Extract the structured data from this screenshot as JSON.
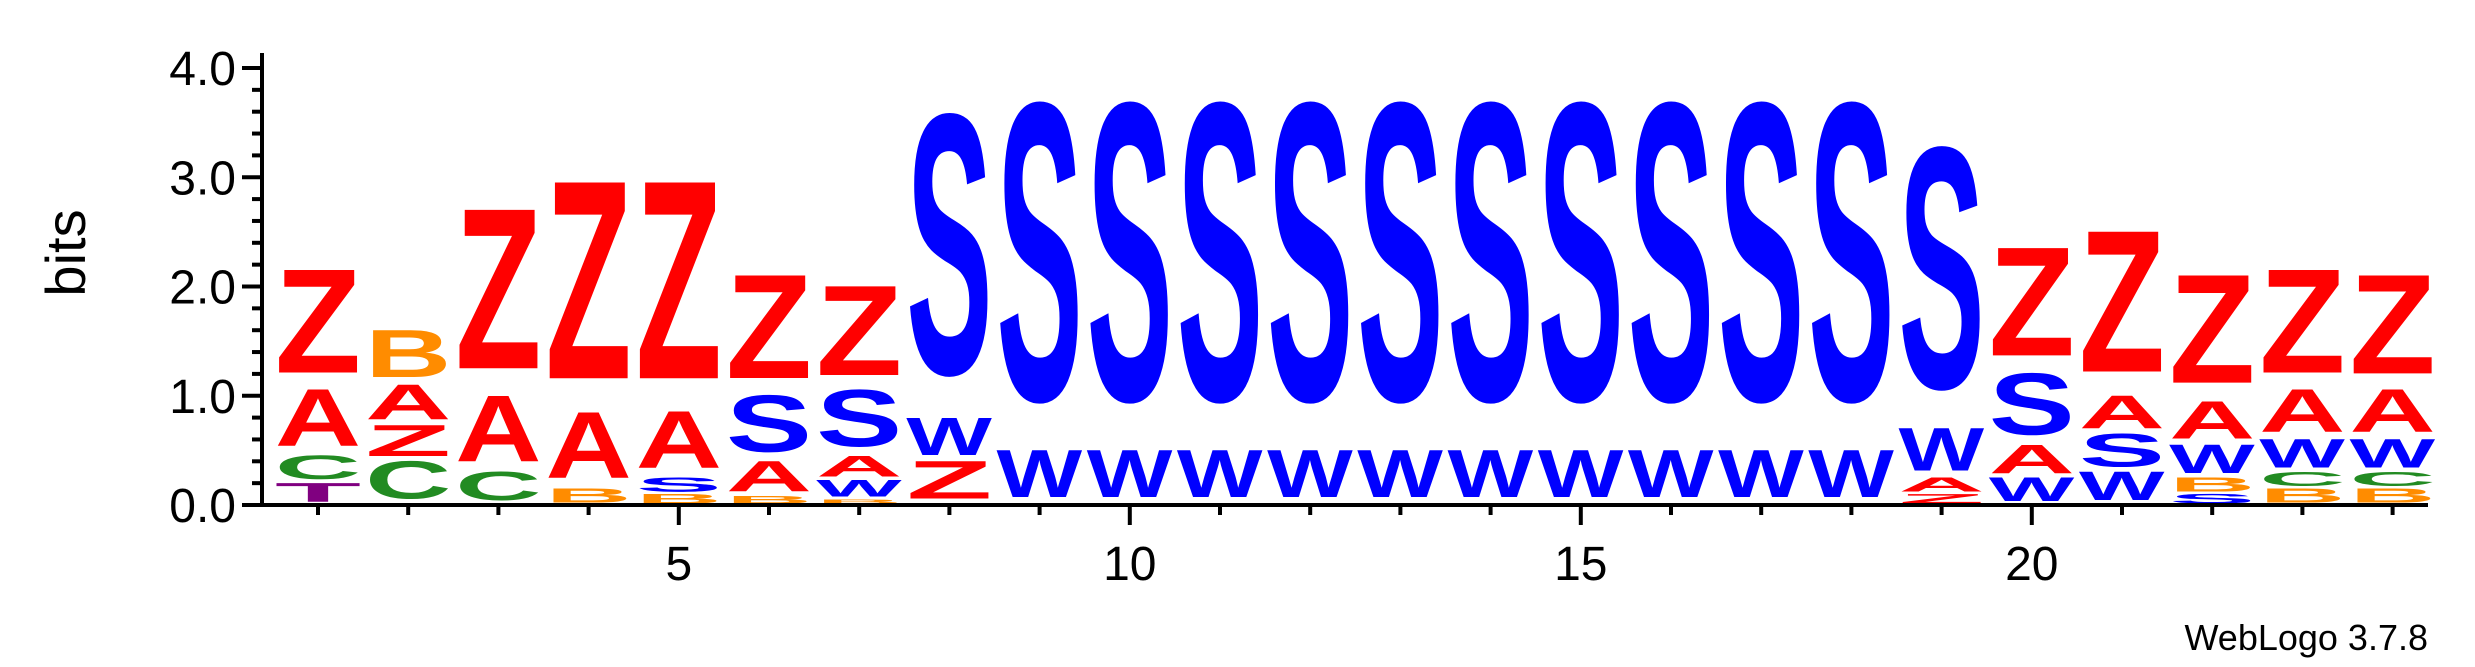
{
  "chart_data": {
    "type": "sequence-logo",
    "ylabel": "bits",
    "ylim": [
      0,
      4.0
    ],
    "y_ticks": [
      "0.0",
      "1.0",
      "2.0",
      "3.0",
      "4.0"
    ],
    "y_tick_values": [
      0,
      1,
      2,
      3,
      4
    ],
    "x_ticks": [
      5,
      10,
      15,
      20
    ],
    "x_tick_labels": [
      "5",
      "10",
      "15",
      "20"
    ],
    "positions": [
      1,
      24
    ],
    "credit": "WebLogo 3.7.8",
    "colors": {
      "Z": "#ff0000",
      "A": "#ff0000",
      "S": "#0000ff",
      "W": "#0000ff",
      "B": "#ff8c00",
      "C": "#228b22",
      "T": "#800080"
    },
    "stacks": [
      {
        "pos": 1,
        "letters": [
          {
            "l": "T",
            "h": 0.2
          },
          {
            "l": "C",
            "h": 0.25
          },
          {
            "l": "A",
            "h": 0.6
          },
          {
            "l": "Z",
            "h": 1.1
          }
        ]
      },
      {
        "pos": 2,
        "letters": [
          {
            "l": "C",
            "h": 0.4
          },
          {
            "l": "Z",
            "h": 0.33
          },
          {
            "l": "A",
            "h": 0.37
          },
          {
            "l": "B",
            "h": 0.5
          }
        ]
      },
      {
        "pos": 3,
        "letters": [
          {
            "l": "C",
            "h": 0.3
          },
          {
            "l": "A",
            "h": 0.7
          },
          {
            "l": "Z",
            "h": 1.7
          }
        ]
      },
      {
        "pos": 4,
        "letters": [
          {
            "l": "B",
            "h": 0.15
          },
          {
            "l": "A",
            "h": 0.7
          },
          {
            "l": "Z",
            "h": 2.1
          }
        ]
      },
      {
        "pos": 5,
        "letters": [
          {
            "l": "B",
            "h": 0.1
          },
          {
            "l": "S",
            "h": 0.15
          },
          {
            "l": "A",
            "h": 0.6
          },
          {
            "l": "Z",
            "h": 2.1
          }
        ]
      },
      {
        "pos": 6,
        "letters": [
          {
            "l": "B",
            "h": 0.08
          },
          {
            "l": "A",
            "h": 0.32
          },
          {
            "l": "S",
            "h": 0.6
          },
          {
            "l": "Z",
            "h": 1.1
          }
        ]
      },
      {
        "pos": 7,
        "letters": [
          {
            "l": "B",
            "h": 0.05
          },
          {
            "l": "W",
            "h": 0.18
          },
          {
            "l": "A",
            "h": 0.22
          },
          {
            "l": "S",
            "h": 0.6
          },
          {
            "l": "Z",
            "h": 0.95
          }
        ]
      },
      {
        "pos": 8,
        "letters": [
          {
            "l": "Z",
            "h": 0.4
          },
          {
            "l": "W",
            "h": 0.4
          },
          {
            "l": "S",
            "h": 2.75
          }
        ]
      },
      {
        "pos": 9,
        "letters": [
          {
            "l": "W",
            "h": 0.5
          },
          {
            "l": "S",
            "h": 3.15
          }
        ]
      },
      {
        "pos": 10,
        "letters": [
          {
            "l": "W",
            "h": 0.5
          },
          {
            "l": "S",
            "h": 3.15
          }
        ]
      },
      {
        "pos": 11,
        "letters": [
          {
            "l": "W",
            "h": 0.5
          },
          {
            "l": "S",
            "h": 3.15
          }
        ]
      },
      {
        "pos": 12,
        "letters": [
          {
            "l": "W",
            "h": 0.5
          },
          {
            "l": "S",
            "h": 3.15
          }
        ]
      },
      {
        "pos": 13,
        "letters": [
          {
            "l": "W",
            "h": 0.5
          },
          {
            "l": "S",
            "h": 3.15
          }
        ]
      },
      {
        "pos": 14,
        "letters": [
          {
            "l": "W",
            "h": 0.5
          },
          {
            "l": "S",
            "h": 3.15
          }
        ]
      },
      {
        "pos": 15,
        "letters": [
          {
            "l": "W",
            "h": 0.5
          },
          {
            "l": "S",
            "h": 3.15
          }
        ]
      },
      {
        "pos": 16,
        "letters": [
          {
            "l": "W",
            "h": 0.5
          },
          {
            "l": "S",
            "h": 3.15
          }
        ]
      },
      {
        "pos": 17,
        "letters": [
          {
            "l": "W",
            "h": 0.5
          },
          {
            "l": "S",
            "h": 3.15
          }
        ]
      },
      {
        "pos": 18,
        "letters": [
          {
            "l": "W",
            "h": 0.5
          },
          {
            "l": "S",
            "h": 3.15
          }
        ]
      },
      {
        "pos": 19,
        "letters": [
          {
            "l": "Z",
            "h": 0.1
          },
          {
            "l": "A",
            "h": 0.15
          },
          {
            "l": "W",
            "h": 0.45
          },
          {
            "l": "S",
            "h": 2.55
          }
        ]
      },
      {
        "pos": 20,
        "letters": [
          {
            "l": "W",
            "h": 0.25
          },
          {
            "l": "A",
            "h": 0.3
          },
          {
            "l": "S",
            "h": 0.65
          },
          {
            "l": "Z",
            "h": 1.15
          }
        ]
      },
      {
        "pos": 21,
        "letters": [
          {
            "l": "W",
            "h": 0.3
          },
          {
            "l": "S",
            "h": 0.35
          },
          {
            "l": "A",
            "h": 0.35
          },
          {
            "l": "Z",
            "h": 1.5
          }
        ]
      },
      {
        "pos": 22,
        "letters": [
          {
            "l": "S",
            "h": 0.1
          },
          {
            "l": "B",
            "h": 0.15
          },
          {
            "l": "W",
            "h": 0.3
          },
          {
            "l": "A",
            "h": 0.4
          },
          {
            "l": "Z",
            "h": 1.15
          }
        ]
      },
      {
        "pos": 23,
        "letters": [
          {
            "l": "B",
            "h": 0.15
          },
          {
            "l": "C",
            "h": 0.15
          },
          {
            "l": "W",
            "h": 0.3
          },
          {
            "l": "A",
            "h": 0.45
          },
          {
            "l": "Z",
            "h": 1.1
          }
        ]
      },
      {
        "pos": 24,
        "letters": [
          {
            "l": "B",
            "h": 0.15
          },
          {
            "l": "C",
            "h": 0.15
          },
          {
            "l": "W",
            "h": 0.3
          },
          {
            "l": "A",
            "h": 0.45
          },
          {
            "l": "Z",
            "h": 1.05
          }
        ]
      }
    ]
  }
}
